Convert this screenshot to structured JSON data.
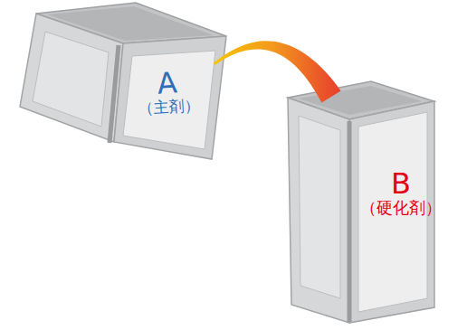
{
  "diagram": {
    "nodes": [
      {
        "text": [
          "A",
          "（主剤）"
        ]
      },
      {
        "text": [
          "B",
          "（硬化剤）"
        ]
      }
    ],
    "edges": [
      {
        "from": 0,
        "to": 1,
        "arrow": "none"
      }
    ]
  }
}
